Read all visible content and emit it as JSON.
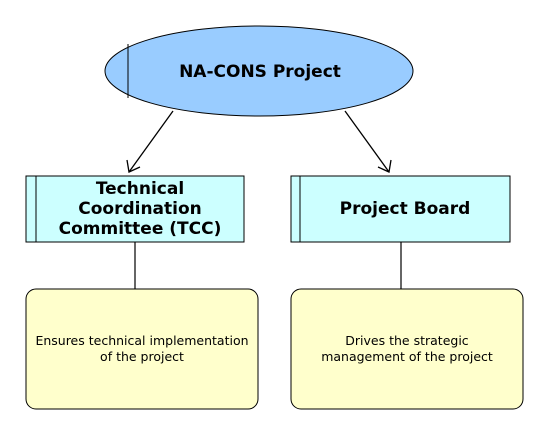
{
  "root": {
    "label": "NA-CONS Project"
  },
  "left": {
    "title": "Technical Coordination Committee (TCC)",
    "description": "Ensures technical implementation of the project"
  },
  "right": {
    "title": "Project Board",
    "description": "Drives the strategic management of the project"
  },
  "colors": {
    "root_fill": "#99CCFF",
    "box_fill": "#CCFFFF",
    "note_fill": "#FFFFCC",
    "stroke": "#000000"
  }
}
